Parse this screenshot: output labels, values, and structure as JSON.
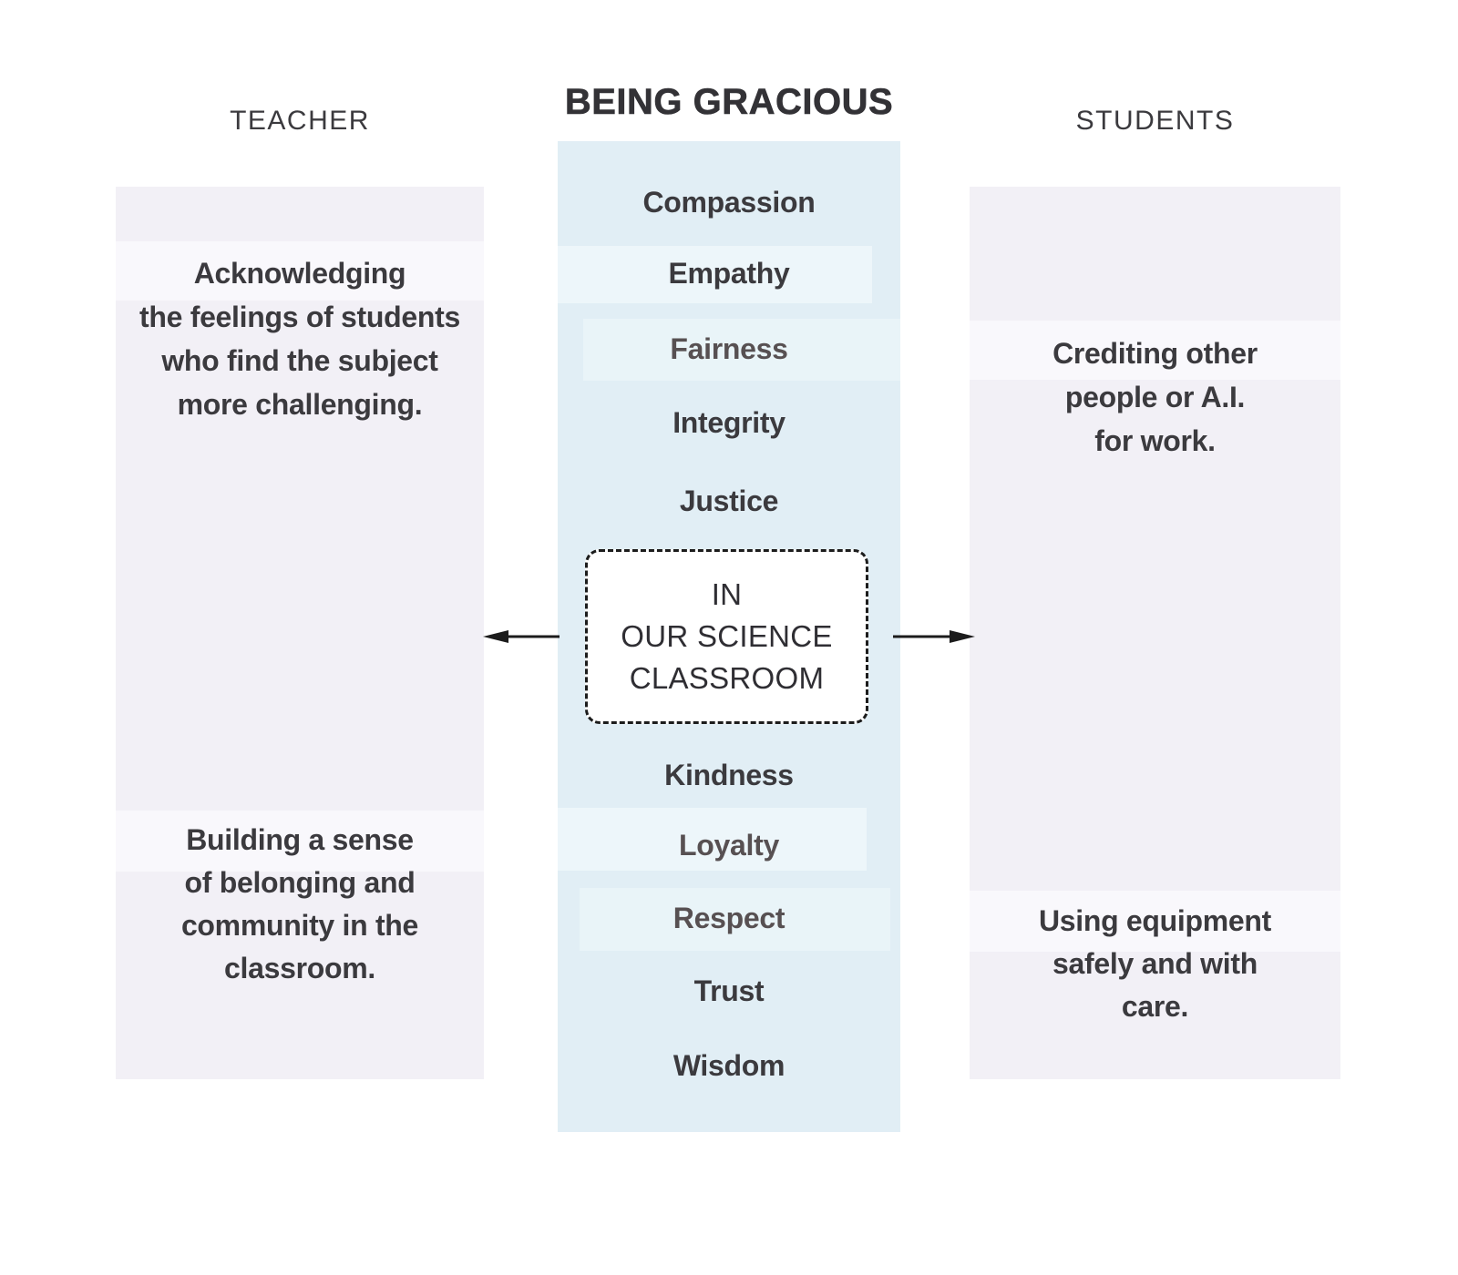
{
  "title": "BEING GRACIOUS",
  "columns": {
    "teacher": {
      "header": "TEACHER",
      "note_top": "Acknowledging\nthe feelings of students\nwho find the subject\nmore challenging.",
      "note_bottom": "Building a sense\nof belonging and\ncommunity in the\nclassroom."
    },
    "students": {
      "header": "STUDENTS",
      "note_top": "Crediting other\npeople or A.I.\nfor work.",
      "note_bottom": "Using equipment\nsafely and with\ncare."
    }
  },
  "center": {
    "values": [
      "Compassion",
      "Empathy",
      "Fairness",
      "Integrity",
      "Justice",
      "Kindness",
      "Loyalty",
      "Respect",
      "Trust",
      "Wisdom"
    ],
    "box": "IN\nOUR SCIENCE\nCLASSROOM"
  },
  "colors": {
    "panel": "#f2f0f6",
    "panel_band": "#f9f8fc",
    "column": "#e1eef5",
    "strip_a": "#edf6fa",
    "strip_b": "#e9f4f8",
    "text": "#3b3a3e",
    "text_muted": "#575052",
    "line": "#1c1c1c"
  }
}
